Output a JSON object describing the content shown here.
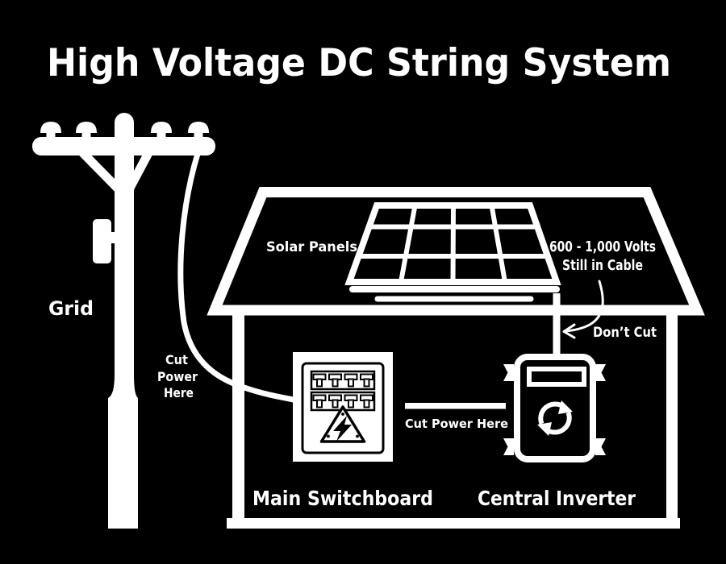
{
  "title": "High Voltage DC String System",
  "colors": {
    "background": "#000000",
    "line_art": "#ffffff",
    "switchboard_fill": "#ffffff",
    "switchboard_line_art": "#000000"
  },
  "grid_side": {
    "label": "Grid",
    "cut_power_note": [
      "Cut",
      "Power",
      "Here"
    ]
  },
  "roof": {
    "solar_panels_label": "Solar Panels",
    "voltage_warning": [
      "600 - 1,000 Volts",
      "Still in Cable"
    ]
  },
  "dc_cable": {
    "dont_cut_label": "Don’t Cut"
  },
  "house": {
    "switchboard_label": "Main Switchboard",
    "inverter_label": "Central Inverter",
    "ac_link_note": "Cut Power Here"
  },
  "icons": {
    "utility_pole": "utility-pole-icon",
    "insulator": "insulator-icon",
    "pole_transformer": "transformer-box-icon",
    "grid_cable": "grid-service-cable",
    "roof": "roof-outline-icon",
    "solar_panel": "solar-panel-icon",
    "mounting_rail": "panel-rail-icon",
    "dc_cable": "dc-string-cable",
    "dont_cut_arrow": "curved-arrow-icon",
    "switchboard": "switchboard-icon",
    "breaker": "breaker-toggle-icon",
    "warning_triangle": "electric-hazard-triangle-icon",
    "lightning_bolt": "lightning-bolt-icon",
    "inverter": "central-inverter-icon",
    "conversion_arrows": "circular-arrows-icon",
    "ac_link": "ac-cable-segment"
  }
}
